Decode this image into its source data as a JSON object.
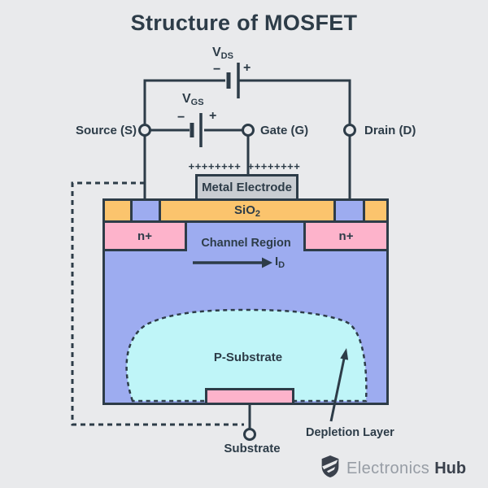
{
  "title": "Structure of MOSFET",
  "colors": {
    "background": "#e9eaec",
    "outline": "#2d3c48",
    "oxide_orange": "#fbc46d",
    "n_region_pink": "#fdb3cb",
    "body_purple": "#9dacf0",
    "depletion_cyan": "#bff5f8",
    "electrode_gray": "#c9cdd2",
    "brand_gray": "#979da5"
  },
  "circuit": {
    "vds": {
      "base": "V",
      "sub": "DS"
    },
    "vgs": {
      "base": "V",
      "sub": "GS"
    },
    "vds_minus": "−",
    "vds_plus": "+",
    "vgs_minus": "−",
    "vgs_plus": "+",
    "source_label": "Source (S)",
    "gate_label": "Gate (G)",
    "drain_label": "Drain (D)",
    "substrate_label": "Substrate"
  },
  "device": {
    "plus_row_left": "++++++++",
    "plus_row_right": "++++++++",
    "metal_electrode": "Metal Electrode",
    "sio2": {
      "base": "SiO",
      "sub": "2"
    },
    "n_plus_left": "n+",
    "n_plus_right": "n+",
    "channel_region": "Channel Region",
    "drain_current": {
      "base": "I",
      "sub": "D"
    },
    "p_substrate": "P-Substrate",
    "depletion_layer": "Depletion Layer"
  },
  "footer": {
    "brand_regular": "Electronics",
    "brand_bold": "Hub",
    "brand_icon": "shield-logo-icon"
  }
}
